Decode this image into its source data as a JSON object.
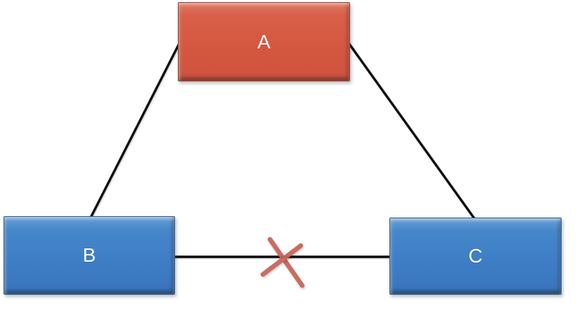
{
  "diagram": {
    "type": "node-link-triangle",
    "nodes": [
      {
        "id": "A",
        "label": "A",
        "position": "top-center",
        "fill": "#D5573F",
        "text_color": "#FFFFFF"
      },
      {
        "id": "B",
        "label": "B",
        "position": "bottom-left",
        "fill": "#3E7EC6",
        "text_color": "#FFFFFF"
      },
      {
        "id": "C",
        "label": "C",
        "position": "bottom-right",
        "fill": "#3E7EC6",
        "text_color": "#FFFFFF"
      }
    ],
    "edges": [
      {
        "from": "A",
        "to": "B",
        "style": "solid-black",
        "status": "connected"
      },
      {
        "from": "A",
        "to": "C",
        "style": "solid-black",
        "status": "connected"
      },
      {
        "from": "B",
        "to": "C",
        "style": "solid-black",
        "status": "broken",
        "marker": "red-x-cross"
      }
    ],
    "colors": {
      "edge_line": "#0d0d0d",
      "broken_x": "#c8655a",
      "node_red_fill": "#D5573F",
      "node_blue_fill": "#3E7EC6",
      "node_text": "#FFFFFF",
      "background": "#FFFFFF"
    }
  }
}
